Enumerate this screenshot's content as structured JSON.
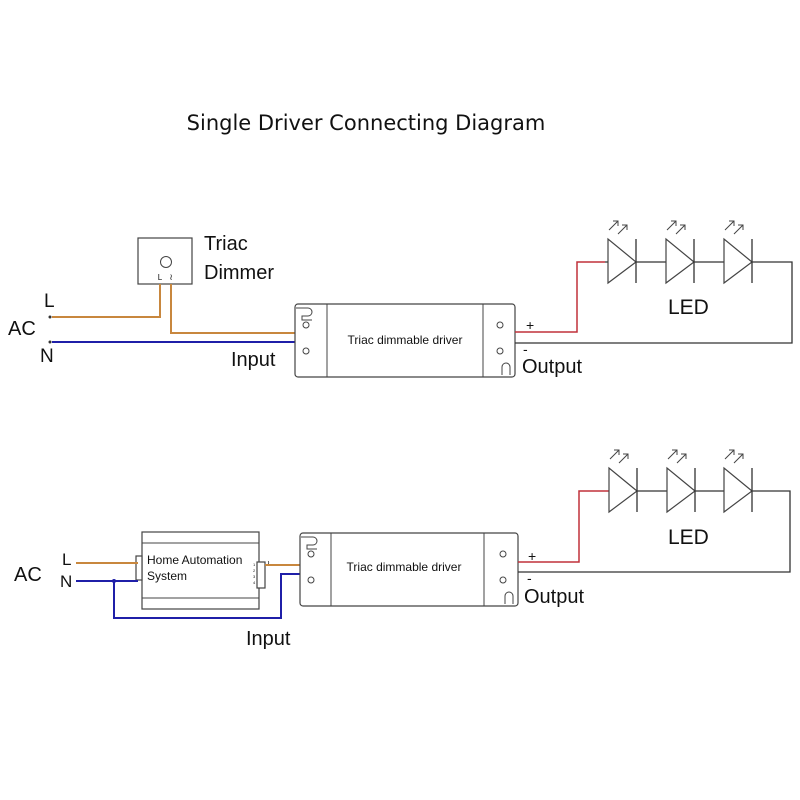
{
  "title": "Single Driver Connecting Diagram",
  "colors": {
    "live_wire": "#c8873e",
    "neutral_wire": "#1f1fa8",
    "positive_wire": "#c0303a",
    "negative_wire": "#333333"
  },
  "diagrams": [
    {
      "ac_label": "AC",
      "live_label": "L",
      "neutral_label": "N",
      "controller": {
        "type": "triac-dimmer",
        "label_line1": "Triac",
        "label_line2": "Dimmer",
        "terminal_l": "L",
        "terminal_out": "≀"
      },
      "input_label": "Input",
      "driver_label": "Triac dimmable driver",
      "plus_label": "+",
      "minus_label": "-",
      "output_label": "Output",
      "led_label": "LED",
      "led_count": 3
    },
    {
      "ac_label": "AC",
      "live_label": "L",
      "neutral_label": "N",
      "controller": {
        "type": "home-automation",
        "label_line1": "Home Automation",
        "label_line2": "System",
        "terminal_numbers": [
          "1",
          "2",
          "3",
          "4"
        ],
        "terminal_out": "≀"
      },
      "input_label": "Input",
      "driver_label": "Triac dimmable driver",
      "plus_label": "+",
      "minus_label": "-",
      "output_label": "Output",
      "led_label": "LED",
      "led_count": 3
    }
  ]
}
